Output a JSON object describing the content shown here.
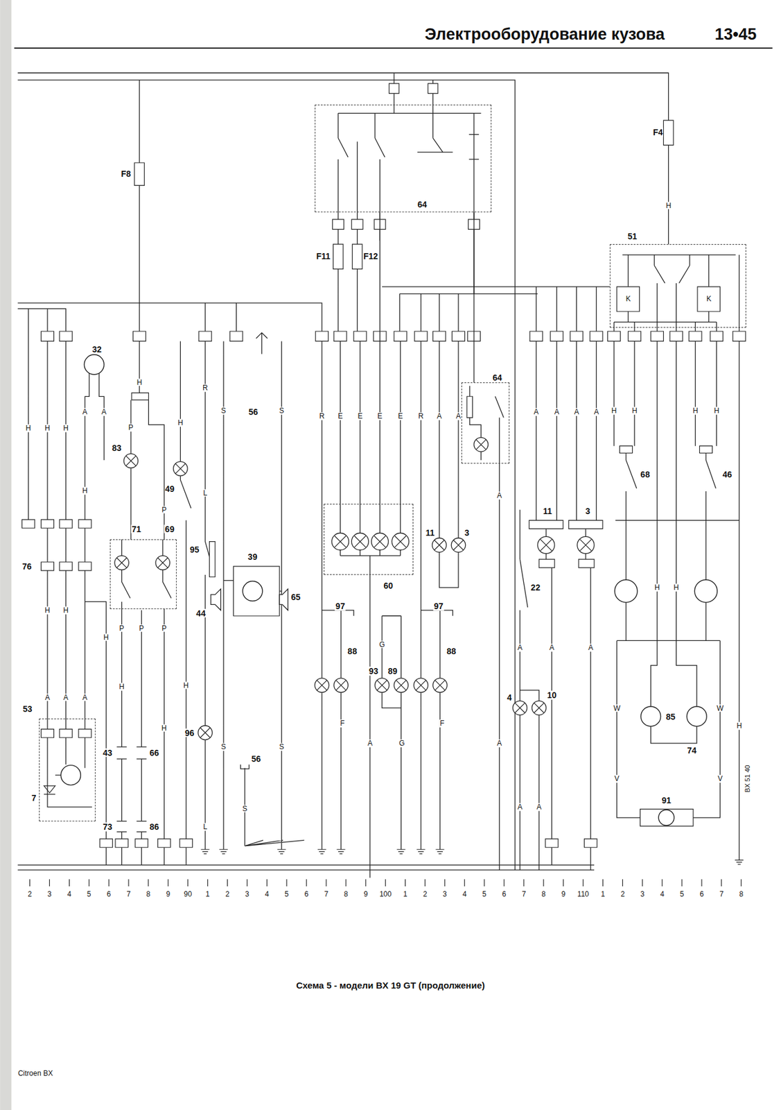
{
  "diagram": {
    "title": "Электрооборудование кузова",
    "caption": "Схема 5 - модели BX 19 GT (продолжение)",
    "nodes": [
      {
        "text": [
          "64"
        ]
      },
      {
        "text": [
          "51"
        ]
      },
      {
        "text": [
          "64"
        ]
      },
      {
        "text": [
          "60"
        ]
      },
      {
        "text": [
          "71",
          "69"
        ]
      },
      {
        "text": [
          "53"
        ]
      }
    ],
    "edges": [
      {
        "from": 0,
        "to": 3,
        "arrow": "none"
      },
      {
        "from": 0,
        "to": 2,
        "arrow": "none"
      }
    ],
    "labels": [
      "32",
      "83",
      "49",
      "95",
      "39",
      "65",
      "44",
      "56",
      "56",
      "96",
      "43",
      "66",
      "73",
      "86",
      "7",
      "76",
      "97",
      "88",
      "97",
      "88",
      "93",
      "89",
      "11",
      "3",
      "22",
      "4",
      "10",
      "11",
      "3",
      "68",
      "46",
      "85",
      "74",
      "91",
      "F8",
      "F4",
      "F11",
      "F12",
      "H",
      "H",
      "H",
      "H",
      "H",
      "H",
      "H",
      "H",
      "H",
      "H",
      "H",
      "H",
      "H",
      "H",
      "H",
      "H",
      "H",
      "H",
      "H",
      "H",
      "A",
      "A",
      "A",
      "A",
      "A",
      "A",
      "A",
      "A",
      "A",
      "A",
      "A",
      "A",
      "A",
      "A",
      "A",
      "A",
      "A",
      "A",
      "A",
      "R",
      "R",
      "R",
      "E",
      "E",
      "E",
      "E",
      "L",
      "L",
      "S",
      "S",
      "S",
      "S",
      "S",
      "P",
      "P",
      "P",
      "P",
      "P",
      "F",
      "F",
      "G",
      "G",
      "W",
      "W",
      "V",
      "V",
      "K",
      "K",
      "13•45",
      "Citroen BX",
      "BX 51 40",
      "2",
      "3",
      "4",
      "5",
      "6",
      "7",
      "8",
      "9",
      "90",
      "1",
      "2",
      "3",
      "4",
      "5",
      "6",
      "7",
      "8",
      "9",
      "100",
      "1",
      "2",
      "3",
      "4",
      "5",
      "6",
      "7",
      "8",
      "9",
      "110",
      "1",
      "2",
      "3",
      "4",
      "5",
      "6",
      "7",
      "8"
    ]
  }
}
